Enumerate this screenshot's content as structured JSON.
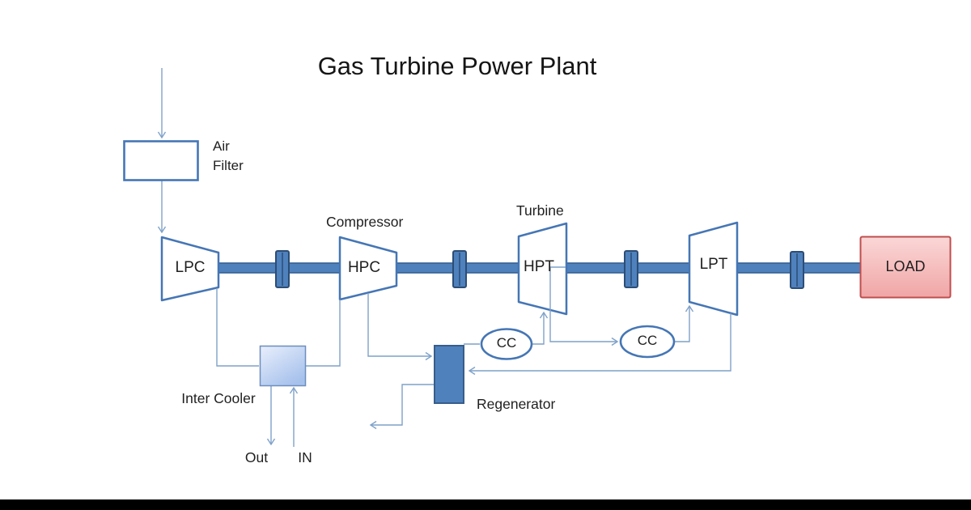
{
  "title": "Gas Turbine Power Plant",
  "labels": {
    "air_filter": "Air\nFilter",
    "lpc": "LPC",
    "compressor": "Compressor",
    "hpc": "HPC",
    "turbine": "Turbine",
    "hpt": "HPT",
    "lpt": "LPT",
    "load": "LOAD",
    "inter_cooler": "Inter Cooler",
    "out": "Out",
    "in": "IN",
    "cc1": "CC",
    "cc2": "CC",
    "regenerator": "Regenerator"
  },
  "colors": {
    "shape_outline": "#4576b5",
    "shaft_fill": "#4f81bd",
    "shaft_stroke": "#365f91",
    "coupling_stroke": "#2c4d75",
    "pipe": "#7fa1c9",
    "regenerator_fill": "#4f81bd",
    "regenerator_stroke": "#385d8a",
    "intercooler_top": "#e9effc",
    "intercooler_bottom": "#a6c1ec",
    "intercooler_stroke": "#6c8ebe",
    "load_top": "#fbd7d7",
    "load_bottom": "#f0a5a5",
    "load_border": "#bf4e4e",
    "text": "#1f1f1f",
    "bottom_bar": "#000000"
  }
}
